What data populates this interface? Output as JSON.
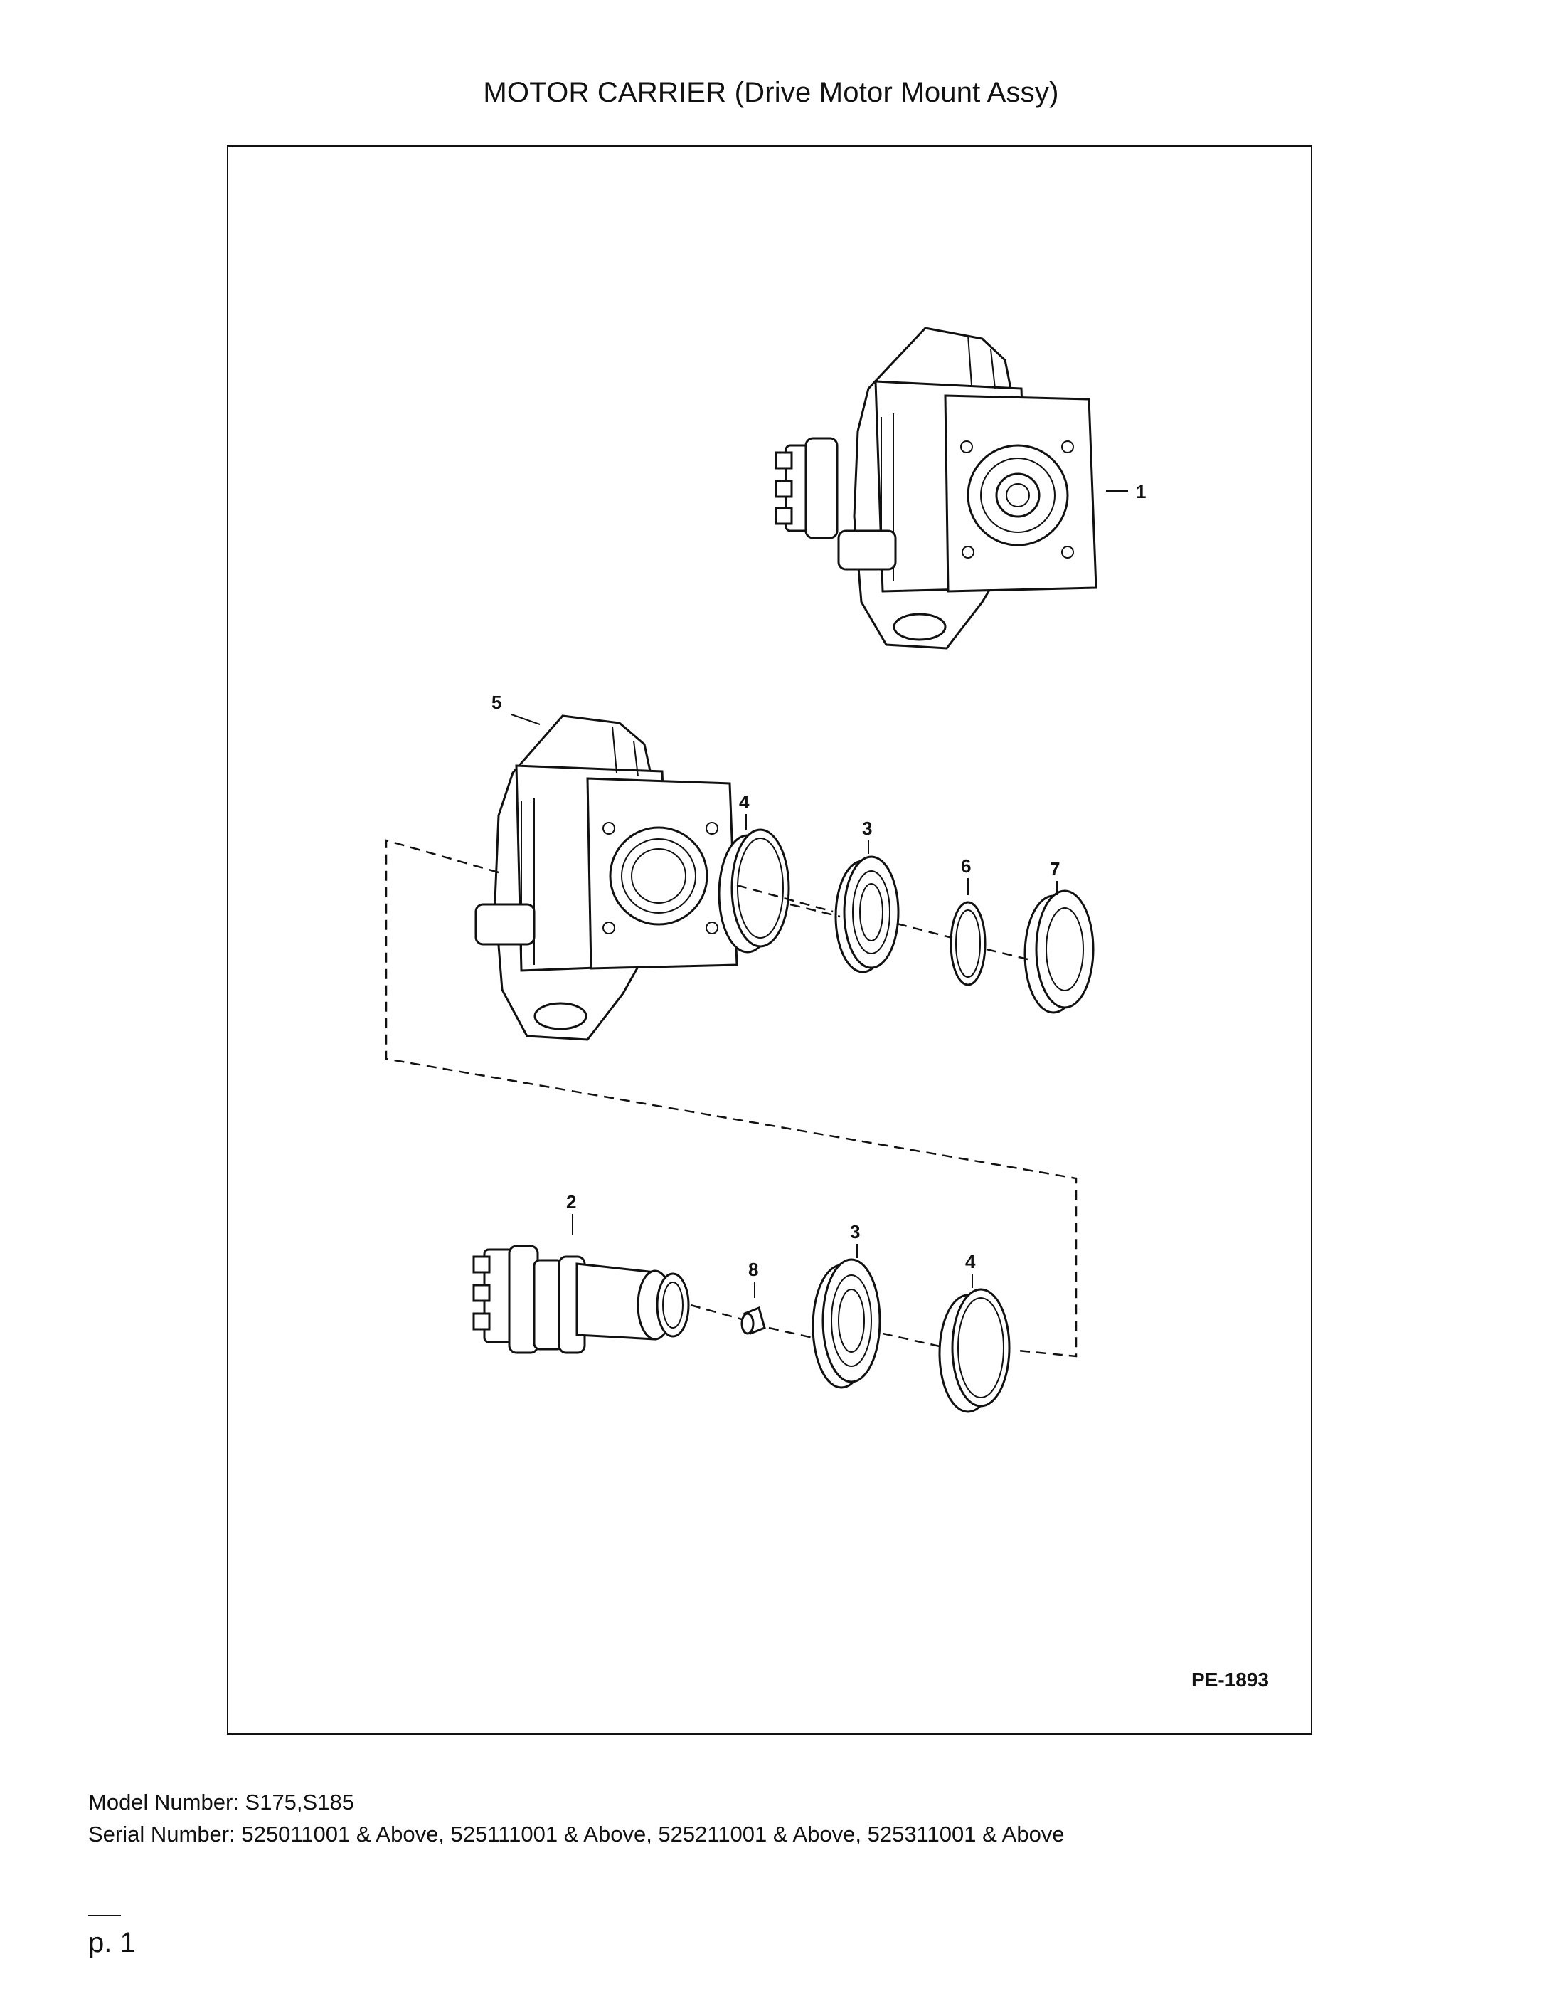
{
  "page": {
    "title": "MOTOR CARRIER (Drive Motor Mount Assy)",
    "figure_id": "PE-1893",
    "model_line": "Model Number: S175,S185",
    "serial_line": "Serial Number: 525011001 & Above, 525111001 & Above, 525211001 & Above, 525311001 & Above",
    "page_number": "p. 1"
  },
  "callouts": {
    "c1": "1",
    "c2": "2",
    "c3a": "3",
    "c3b": "3",
    "c4a": "4",
    "c4b": "4",
    "c5": "5",
    "c6": "6",
    "c7": "7",
    "c8": "8"
  }
}
